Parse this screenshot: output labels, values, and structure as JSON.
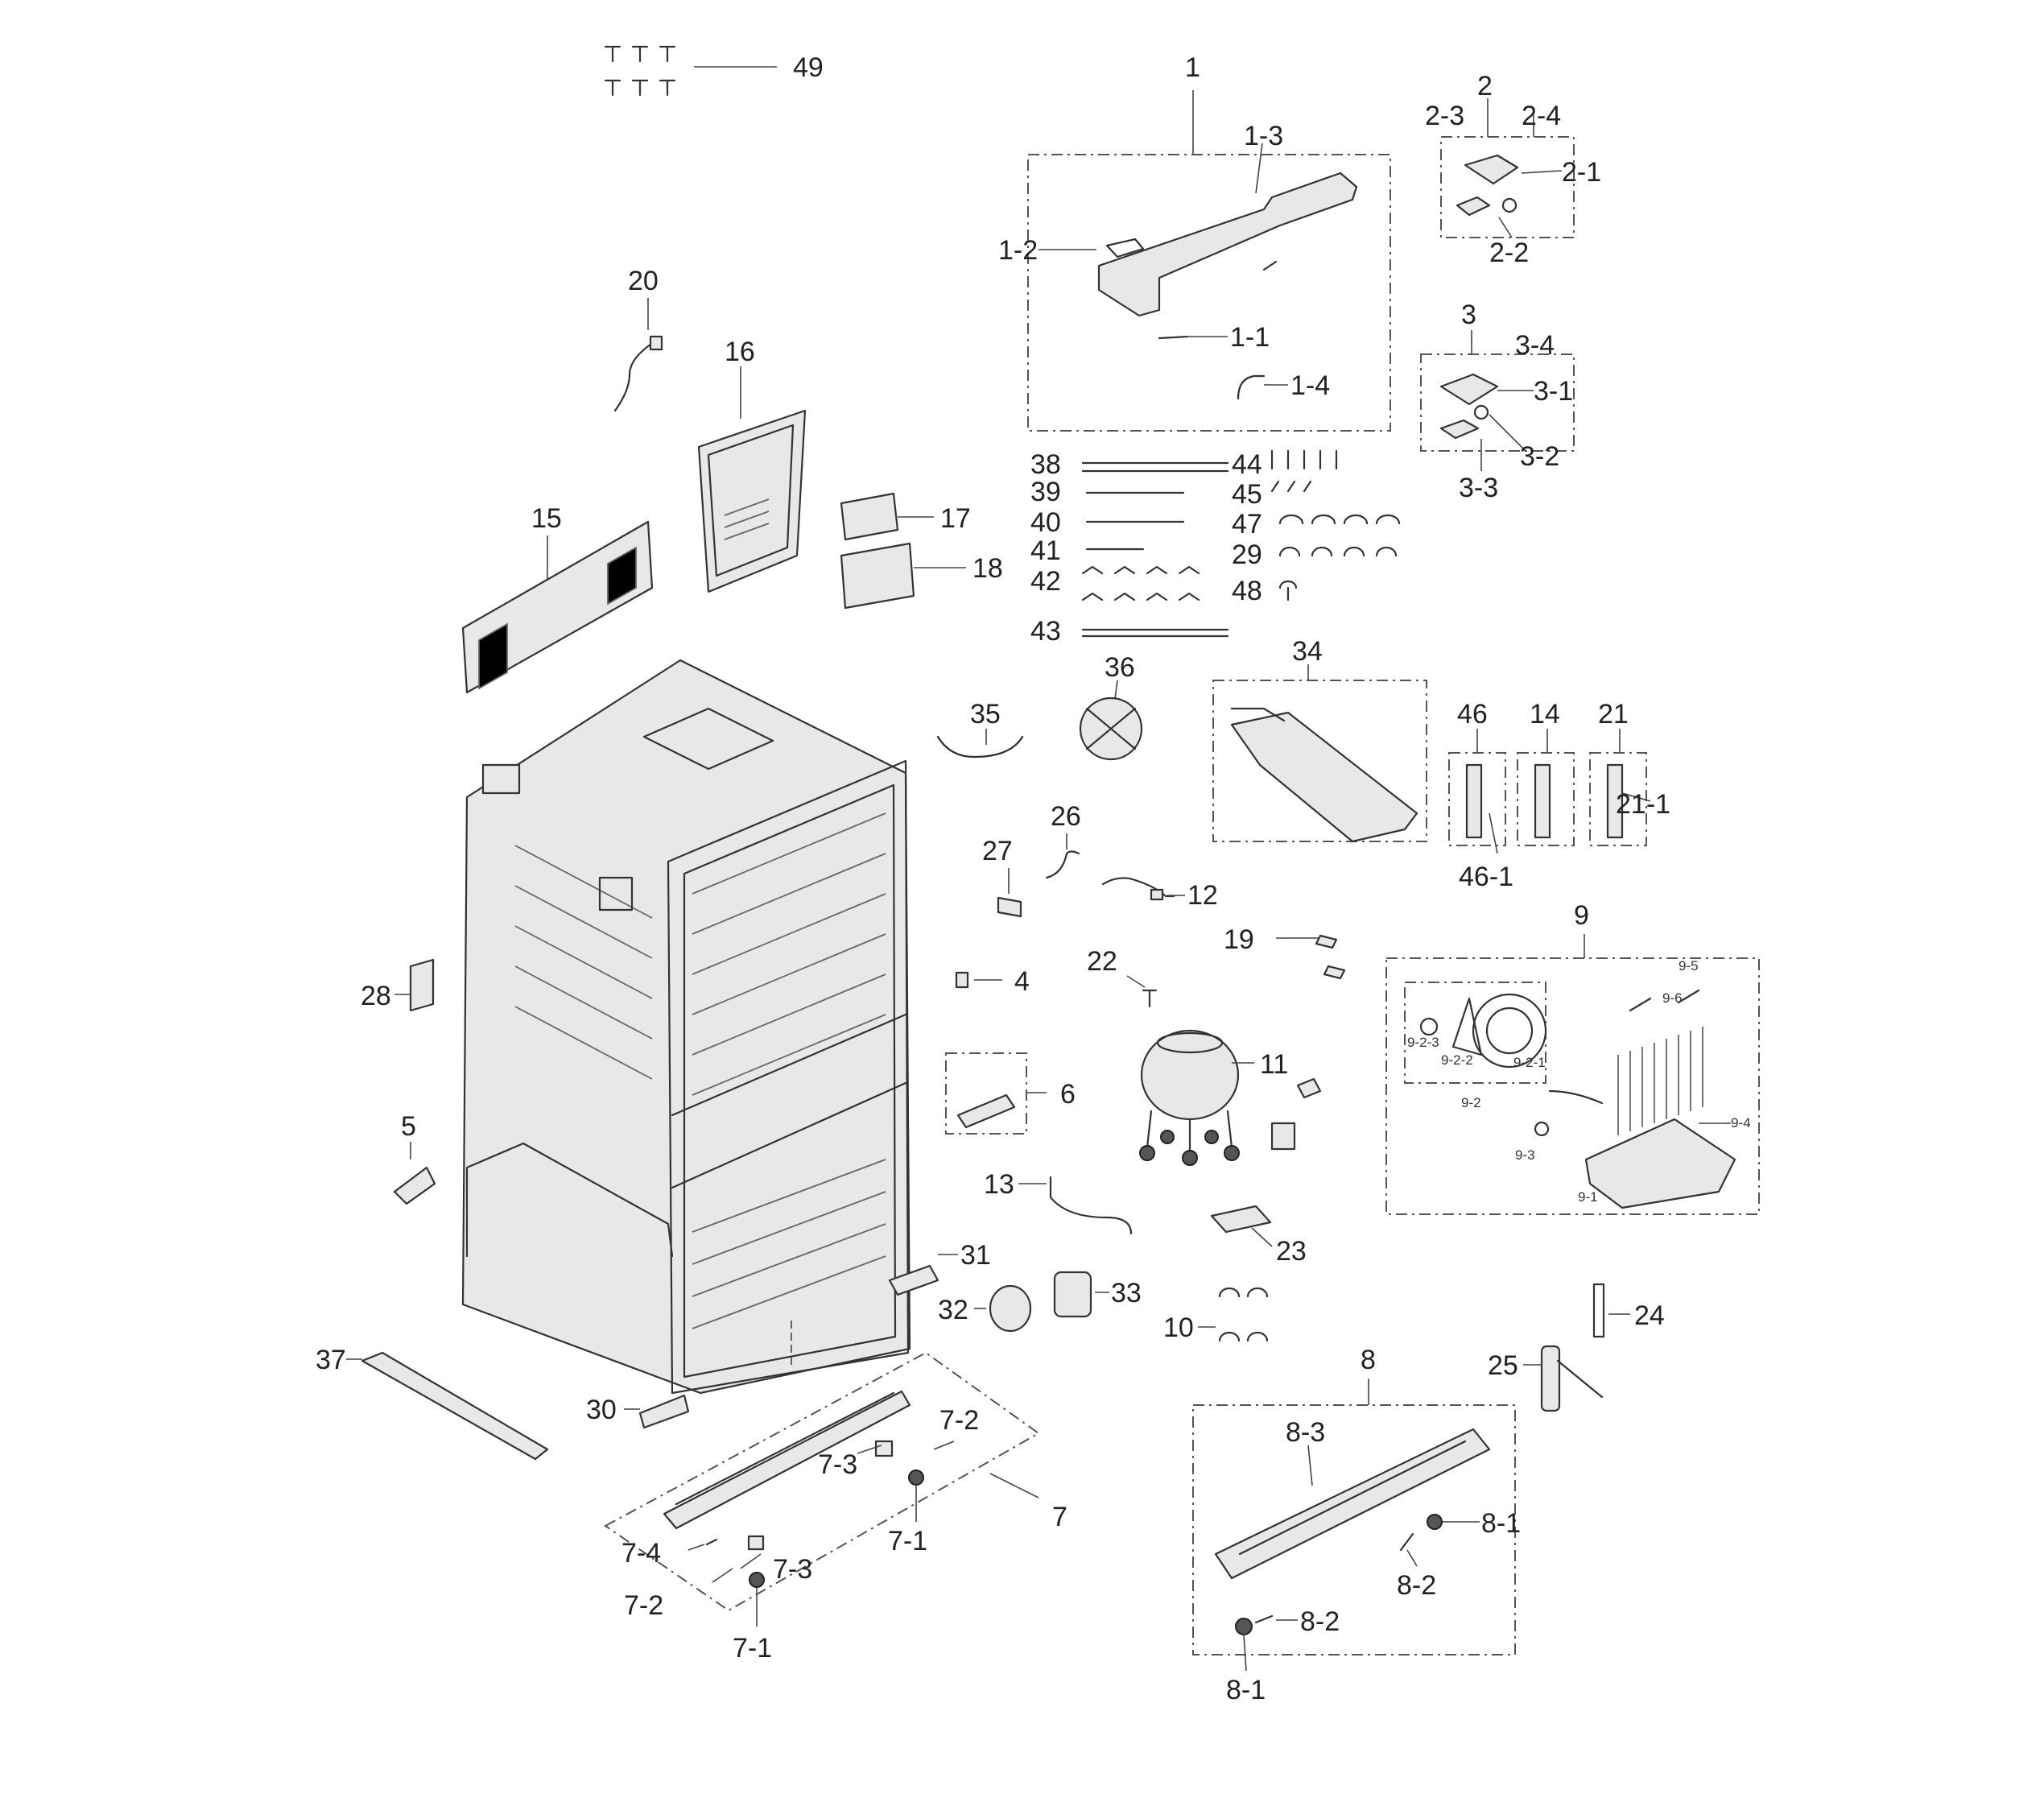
{
  "callouts": {
    "c49": "49",
    "c1": "1",
    "c1_3": "1-3",
    "c1_2": "1-2",
    "c1_1": "1-1",
    "c1_4": "1-4",
    "c2": "2",
    "c2_3": "2-3",
    "c2_4": "2-4",
    "c2_1": "2-1",
    "c2_2": "2-2",
    "c3": "3",
    "c3_4": "3-4",
    "c3_1": "3-1",
    "c3_2": "3-2",
    "c3_3": "3-3",
    "c20": "20",
    "c16": "16",
    "c15": "15",
    "c17": "17",
    "c18": "18",
    "c38": "38",
    "c39": "39",
    "c40": "40",
    "c41": "41",
    "c42": "42",
    "c43": "43",
    "c44": "44",
    "c45": "45",
    "c47": "47",
    "c29": "29",
    "c48": "48",
    "c36": "36",
    "c35": "35",
    "c34": "34",
    "c46": "46",
    "c46_1": "46-1",
    "c14": "14",
    "c21": "21",
    "c21_1": "21-1",
    "c26": "26",
    "c27": "27",
    "c12": "12",
    "c19": "19",
    "c9": "9",
    "c9_5": "9-5",
    "c9_6": "9-6",
    "c9_2_3": "9-2-3",
    "c9_2_2": "9-2-2",
    "c9_2_1": "9-2-1",
    "c9_2": "9-2",
    "c9_3": "9-3",
    "c9_4": "9-4",
    "c9_1": "9-1",
    "c28": "28",
    "c4": "4",
    "c22": "22",
    "c6": "6",
    "c11": "11",
    "c5": "5",
    "c13": "13",
    "c23": "23",
    "c31": "31",
    "c32": "32",
    "c33": "33",
    "c24": "24",
    "c10": "10",
    "c37": "37",
    "c30": "30",
    "c8": "8",
    "c8_3": "8-3",
    "c25": "25",
    "c7_2a": "7-2",
    "c7_3a": "7-3",
    "c7": "7",
    "c7_1a": "7-1",
    "c7_4": "7-4",
    "c7_3b": "7-3",
    "c7_2b": "7-2",
    "c7_1b": "7-1",
    "c8_1a": "8-1",
    "c8_2a": "8-2",
    "c8_2b": "8-2",
    "c8_1b": "8-1"
  }
}
